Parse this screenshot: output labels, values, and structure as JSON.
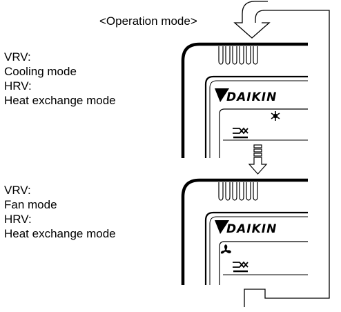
{
  "header": {
    "title": "<Operation mode>"
  },
  "states": [
    {
      "lines": [
        "VRV:",
        "Cooling mode",
        "HRV:",
        "Heat exchange mode"
      ],
      "brand": "DAIKIN"
    },
    {
      "lines": [
        "VRV:",
        "Fan mode",
        "HRV:",
        "Heat exchange mode"
      ],
      "brand": "DAIKIN"
    }
  ],
  "icons": {
    "snowflake": "cooling-snowflake-icon",
    "fan": "fan-mode-icon",
    "heat_exchange": "heat-exchange-icon",
    "transition_arrow": "transition-arrow-icon",
    "cycle_arrow": "cycle-return-arrow-icon"
  }
}
